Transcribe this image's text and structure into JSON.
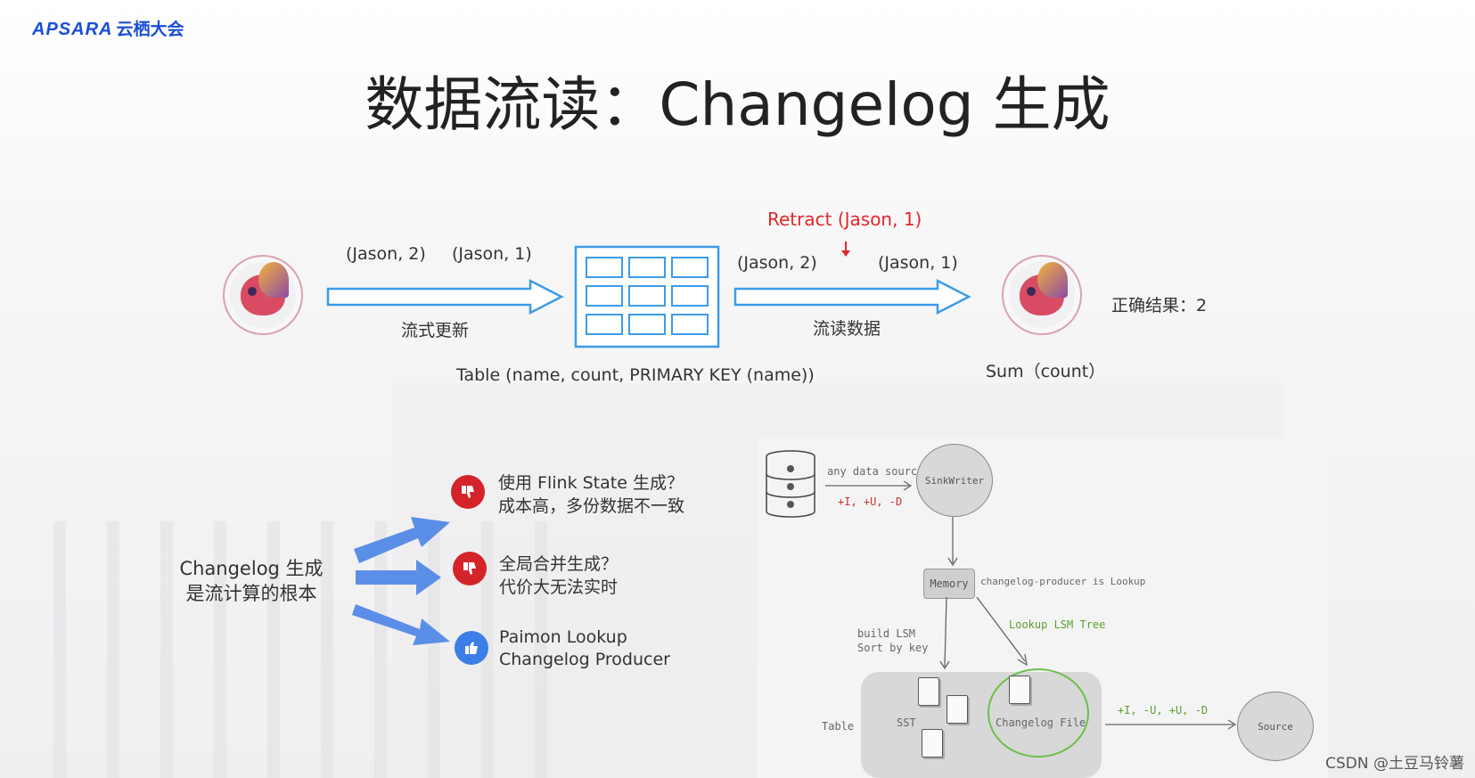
{
  "brand": {
    "logo": "APSARA",
    "name": "云栖大会"
  },
  "title": "数据流读：Changelog 生成",
  "top_diagram": {
    "left_records": [
      "(Jason, 2)",
      "(Jason, 1)"
    ],
    "left_arrow_label": "流式更新",
    "table_caption": "Table (name, count, PRIMARY KEY (name))",
    "retract": "Retract (Jason, 1)",
    "right_records": [
      "(Jason, 2)",
      "(Jason, 1)"
    ],
    "right_arrow_label": "流读数据",
    "sum_label": "Sum（count）",
    "result": "正确结果：2",
    "colors": {
      "arrow": "#3c9be8",
      "retract": "#e3262a",
      "table": "#3c9be8"
    }
  },
  "bottom_left": {
    "topic_line1": "Changelog 生成",
    "topic_line2": "是流计算的根本",
    "options": [
      {
        "icon": "thumbs-down-icon",
        "line1": "使用 Flink State 生成？",
        "line2": "成本高，多份数据不一致"
      },
      {
        "icon": "thumbs-down-icon",
        "line1": "全局合并生成？",
        "line2": "代价大无法实时"
      },
      {
        "icon": "thumbs-up-icon",
        "line1": "Paimon Lookup",
        "line2": "Changelog Producer"
      }
    ]
  },
  "sketch": {
    "source_label": "any data source",
    "ops_in": "+I, +U, -D",
    "sinkwriter": "SinkWriter",
    "memory": "Memory",
    "producer_note": "changelog-producer is Lookup",
    "build_line1": "build LSM",
    "build_line2": "Sort by key",
    "lookup": "Lookup LSM Tree",
    "table": "Table",
    "sst": "SST",
    "changelog_file": "Changelog File",
    "ops_out": "+I, -U, +U, -D",
    "source": "Source"
  },
  "watermark": "CSDN @土豆马铃薯"
}
